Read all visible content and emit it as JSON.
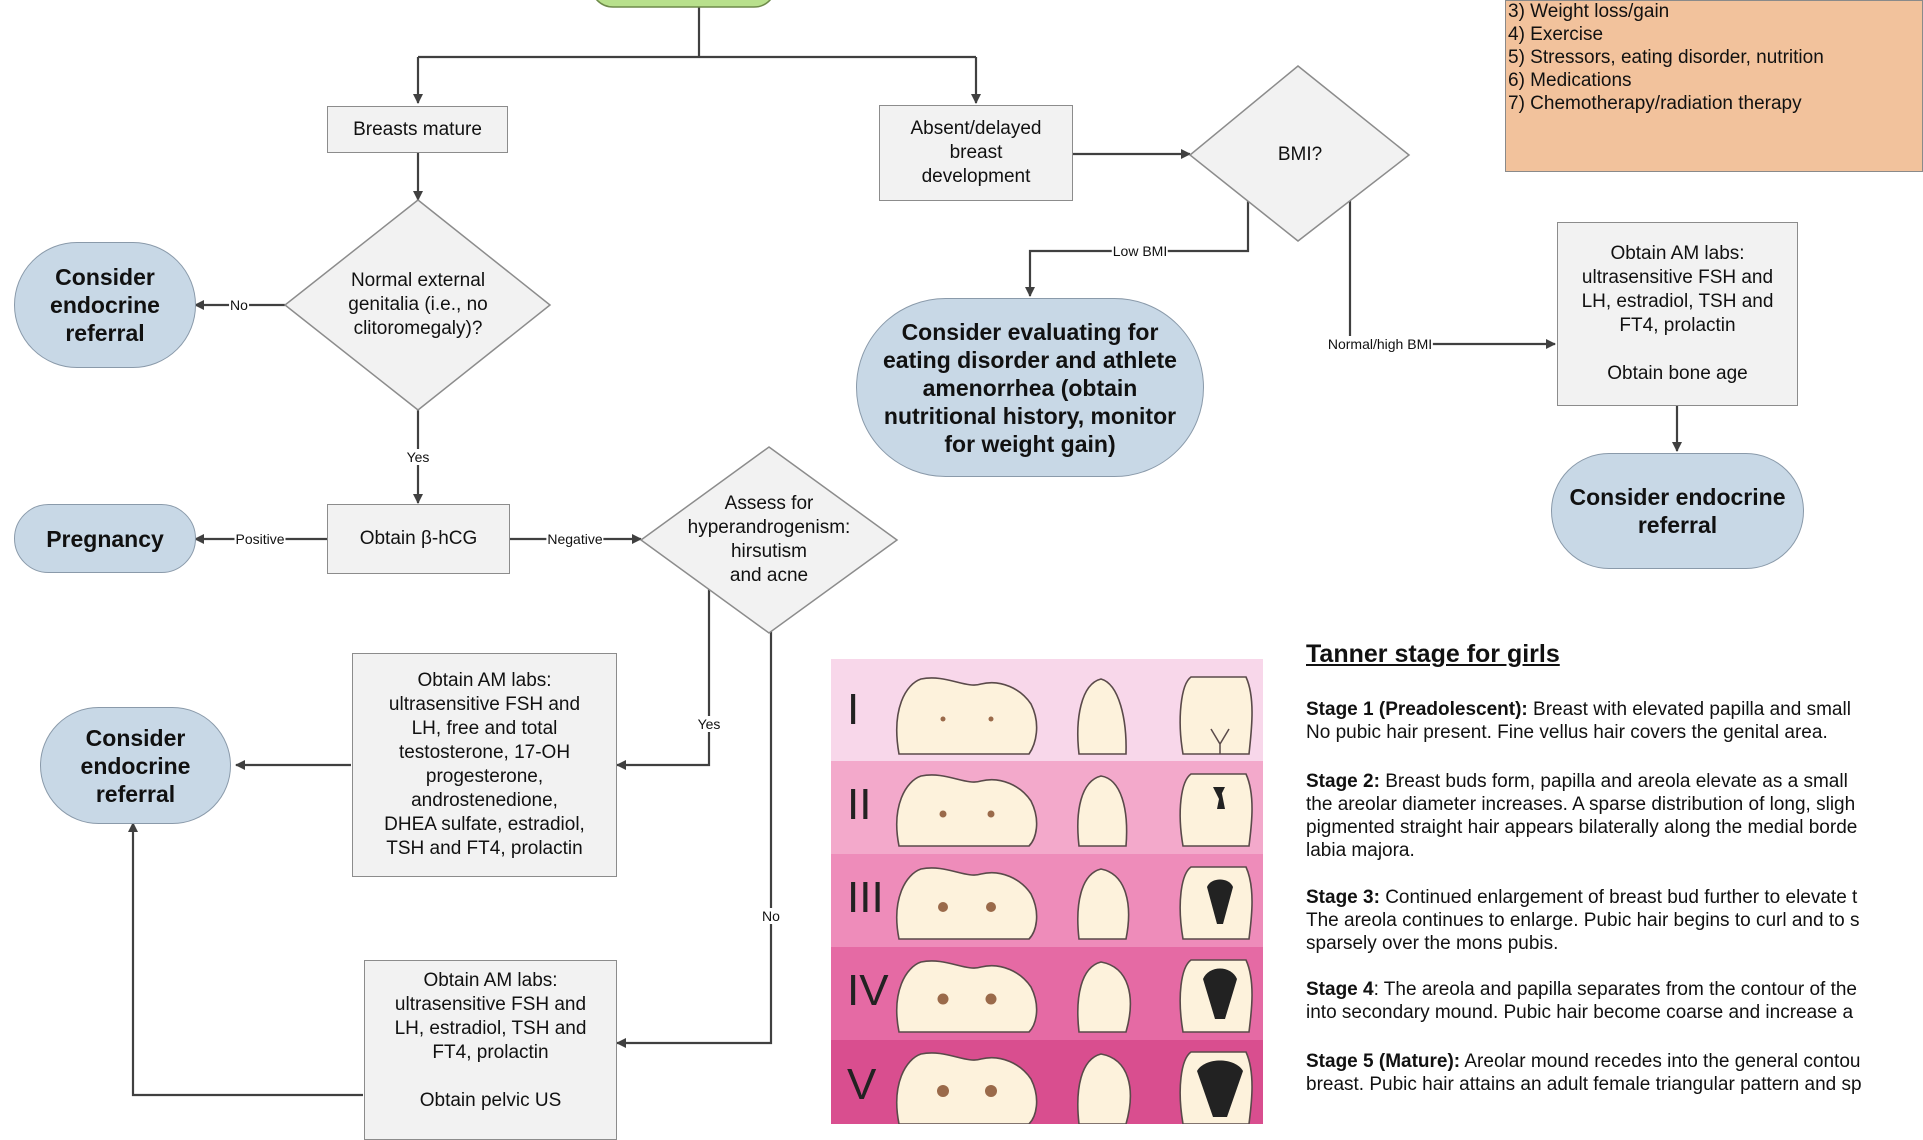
{
  "top_terminal": "",
  "note_list": [
    "3) Weight loss/gain",
    "4) Exercise",
    "5) Stressors, eating disorder, nutrition",
    "6) Medications",
    "7) Chemotherapy/radiation therapy"
  ],
  "nodes": {
    "breasts_mature": "Breasts mature",
    "absent_delayed": [
      "Absent/delayed",
      "breast",
      "development"
    ],
    "bmi": "BMI?",
    "normal_genitalia": [
      "Normal external",
      "genitalia (i.e., no",
      "clitoromegaly)?"
    ],
    "consider_endocrine_1": [
      "Consider",
      "endocrine",
      "referral"
    ],
    "pregnancy": "Pregnancy",
    "obtain_bhcg": "Obtain β-hCG",
    "hyperandrogenism": [
      "Assess for",
      "hyperandrogenism:",
      "hirsutism",
      "and acne"
    ],
    "eating_disorder": [
      "Consider evaluating for",
      "eating disorder and athlete",
      "amenorrhea (obtain",
      "nutritional history, monitor",
      "for weight gain)"
    ],
    "labs_bmi": [
      "Obtain AM labs:",
      "ultrasensitive FSH and",
      "LH, estradiol, TSH and",
      "FT4, prolactin",
      "",
      "Obtain bone age"
    ],
    "consider_endocrine_bmi": [
      "Consider endocrine",
      "referral"
    ],
    "labs_androgen": [
      "Obtain AM labs:",
      "ultrasensitive FSH and",
      "LH, free and total",
      "testosterone, 17-OH",
      "progesterone,",
      "androstenedione,",
      "DHEA sulfate, estradiol,",
      "TSH and FT4, prolactin"
    ],
    "consider_endocrine_2": [
      "Consider",
      "endocrine",
      "referral"
    ],
    "labs_pelvic": [
      "Obtain AM labs:",
      "ultrasensitive FSH and",
      "LH, estradiol, TSH and",
      "FT4, prolactin",
      "",
      "Obtain pelvic US"
    ]
  },
  "edge_labels": {
    "no": "No",
    "yes": "Yes",
    "positive": "Positive",
    "negative": "Negative",
    "low_bmi": "Low BMI",
    "normal_high_bmi": "Normal/high BMI",
    "yes2": "Yes",
    "no2": "No"
  },
  "tanner": {
    "title": "Tanner stage for girls",
    "roman": [
      "I",
      "II",
      "III",
      "IV",
      "V"
    ],
    "stages": [
      {
        "head": "Stage 1 (Preadolescent):",
        "lines": [
          " Breast with elevated papilla and small",
          "No pubic hair present. Fine vellus hair covers the genital area."
        ]
      },
      {
        "head": "Stage 2:",
        "lines": [
          " Breast buds form, papilla and areola elevate as a small",
          "the areolar diameter increases. A sparse distribution of long, sligh",
          "pigmented straight hair appears bilaterally along the medial borde",
          "labia majora."
        ]
      },
      {
        "head": "Stage 3:",
        "lines": [
          " Continued enlargement of breast bud further to elevate t",
          "The areola continues to enlarge. Pubic hair begins to curl and to s",
          "sparsely over the mons pubis."
        ]
      },
      {
        "head": "Stage 4",
        "lines": [
          ":  The areola and papilla separates from the contour of the",
          "into secondary mound. Pubic hair become coarse and increase a"
        ]
      },
      {
        "head": "Stage 5 (Mature):",
        "lines": [
          " Areolar mound recedes into the general contou",
          "breast. Pubic hair attains an adult female triangular pattern and sp"
        ]
      }
    ]
  },
  "colors": {
    "terminal_fill": "#c8d8e6",
    "box_fill": "#f2f2f2",
    "note_fill": "#f2c29c",
    "start_fill": "#b8e08c",
    "stage_bands": [
      "#f8d7ea",
      "#f3a9cb",
      "#ee8cba",
      "#e56aa4",
      "#d94e8f"
    ]
  }
}
